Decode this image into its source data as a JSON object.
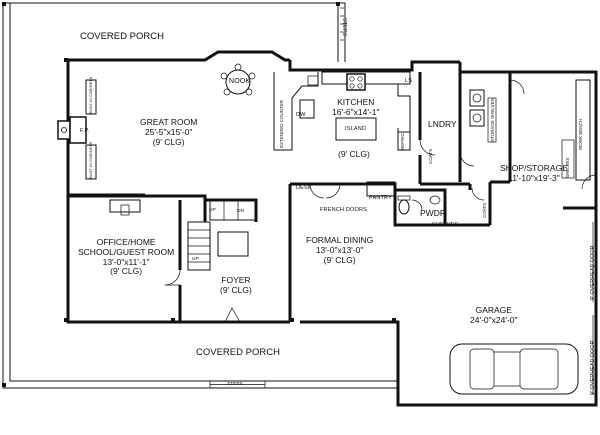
{
  "rooms": {
    "covered_porch_top": "COVERED PORCH",
    "covered_porch_bottom": "COVERED PORCH",
    "great_room": {
      "name": "GREAT ROOM",
      "size": "25'-5\"x15'-0\"",
      "ceiling": "(9' CLG)"
    },
    "kitchen": {
      "name": "KITCHEN",
      "size": "16'-6\"x14'-1\"",
      "ceiling": "(9' CLG)"
    },
    "laundry": {
      "name": "LNDRY"
    },
    "shop": {
      "name": "SHOP/STORAGE",
      "size": "11'-10\"x19'-3\""
    },
    "office": {
      "name_line1": "OFFICE/HOME",
      "name_line2": "SCHOOL/GUEST ROOM",
      "size": "13'-0\"x11'-1\"",
      "ceiling": "(9' CLG)"
    },
    "foyer": {
      "name": "FOYER",
      "ceiling": "(9' CLG)"
    },
    "formal_dining": {
      "name": "FORMAL DINING",
      "size": "13'-0\"x13'-0\"",
      "ceiling": "(9' CLG)"
    },
    "powder": {
      "name": "PWDR"
    },
    "garage": {
      "name": "GARAGE",
      "size": "24'-0\"x24'-0\""
    }
  },
  "labels": {
    "nook": "NOOK",
    "island": "ISLAND",
    "dw": "DW",
    "ls": "LS",
    "fp": "F.P.",
    "desk": "DESK",
    "pantry": "PANTRY",
    "french_doors": "FRENCH DOORS",
    "coats_laundry": "COATS",
    "coats_pwdr": "COATS",
    "shelves": "SHELVES",
    "steps_top": "STEPS",
    "steps_bottom": "STEPS",
    "up_office": "UP",
    "up_stair": "UP",
    "dn": "DN",
    "built_ins_top": "BUILT-IN CABINETS",
    "built_ins_bottom": "BUILT-IN CABINETS",
    "extended_counter": "EXTENDED COUNTER",
    "storage_shelves": "STORAGE SHELVES",
    "work_bench": "WORK BENCH",
    "shelves_shop": "SHELVES",
    "refrig": "REFRIG",
    "overhead_door_1": "9' OVERHEAD DOOR",
    "overhead_door_2": "9' OVERHEAD DOOR"
  }
}
